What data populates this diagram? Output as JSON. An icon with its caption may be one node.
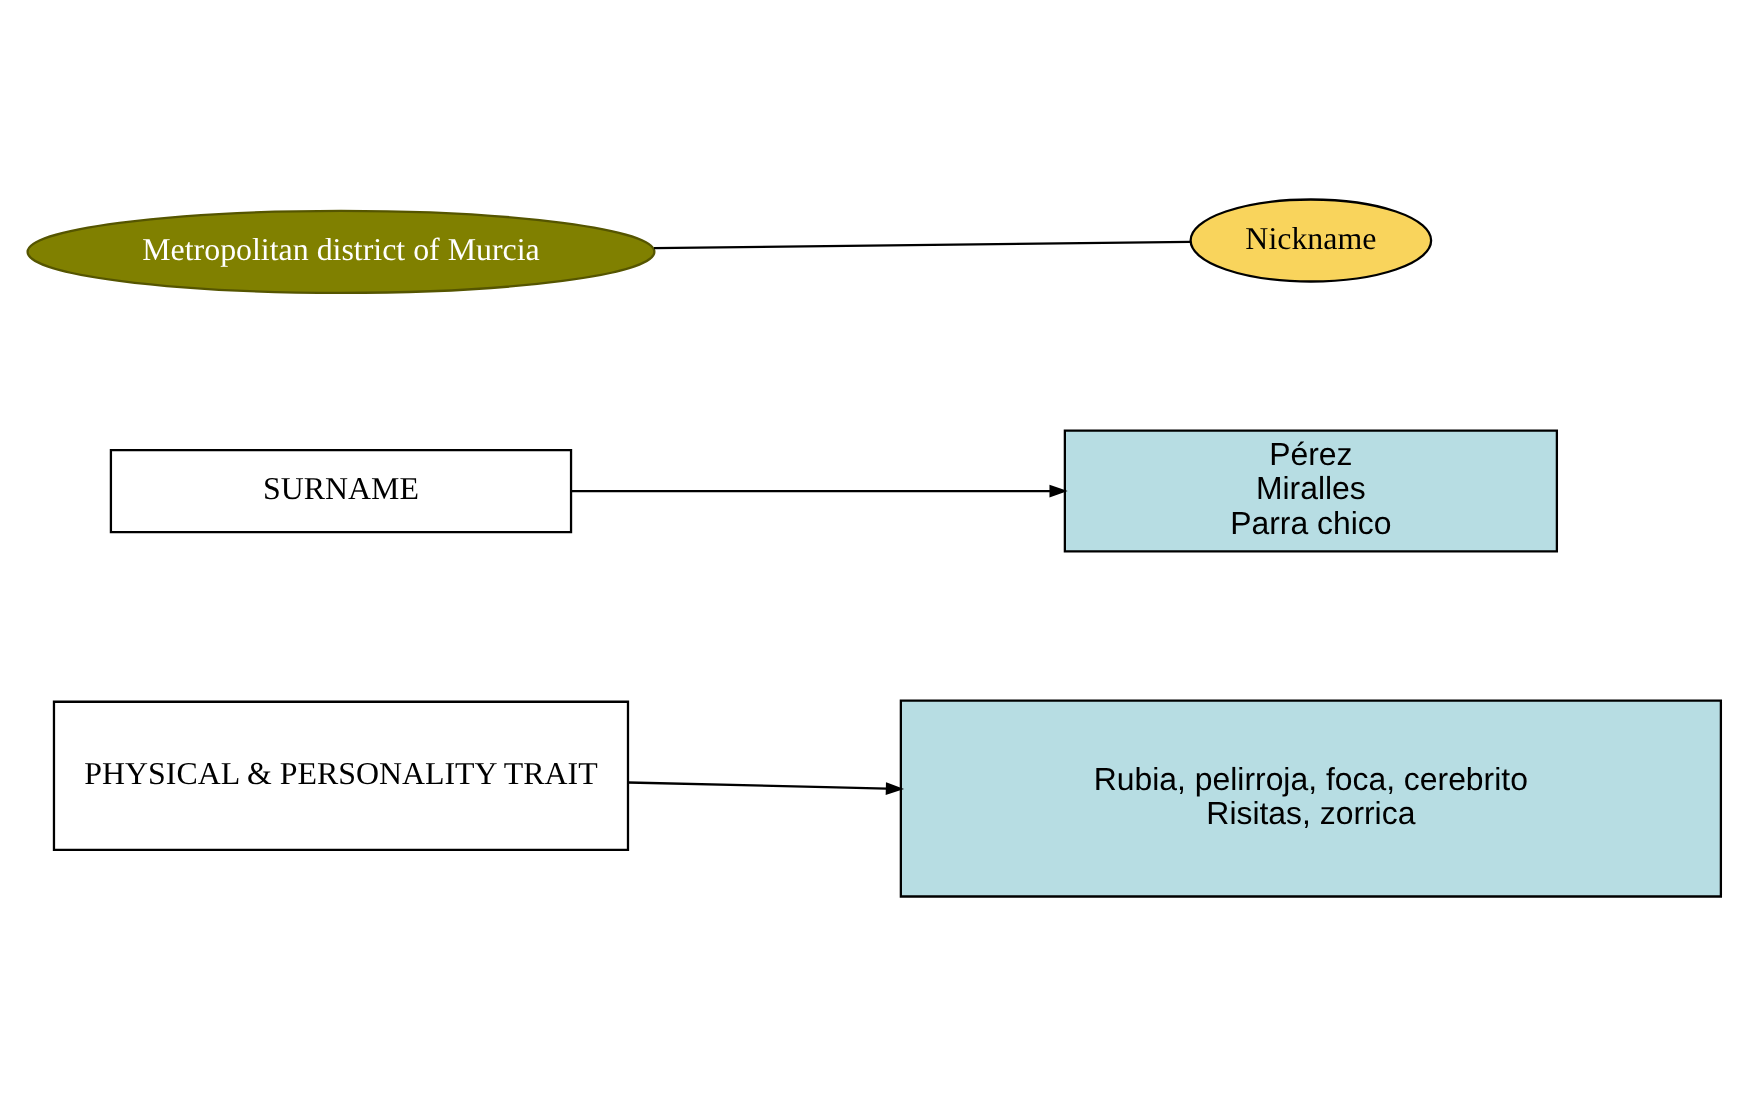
{
  "diagram": {
    "nodes": [
      {
        "text": [
          "Metropolitan district of Murcia"
        ]
      },
      {
        "text": [
          "Nickname"
        ]
      },
      {
        "text": [
          "SURNAME"
        ]
      },
      {
        "text": [
          "Pérez",
          "Miralles",
          "Parra chico"
        ]
      },
      {
        "text": [
          "PHYSICAL & PERSONALITY TRAIT"
        ]
      },
      {
        "text": [
          "Rubia, pelirroja, foca, cerebrito",
          "Risitas, zorrica"
        ]
      }
    ],
    "edges": [
      {
        "from": 0,
        "to": 1,
        "arrow": "none"
      },
      {
        "from": 2,
        "to": 3,
        "arrow": "to"
      },
      {
        "from": 4,
        "to": 5,
        "arrow": "to"
      }
    ]
  }
}
